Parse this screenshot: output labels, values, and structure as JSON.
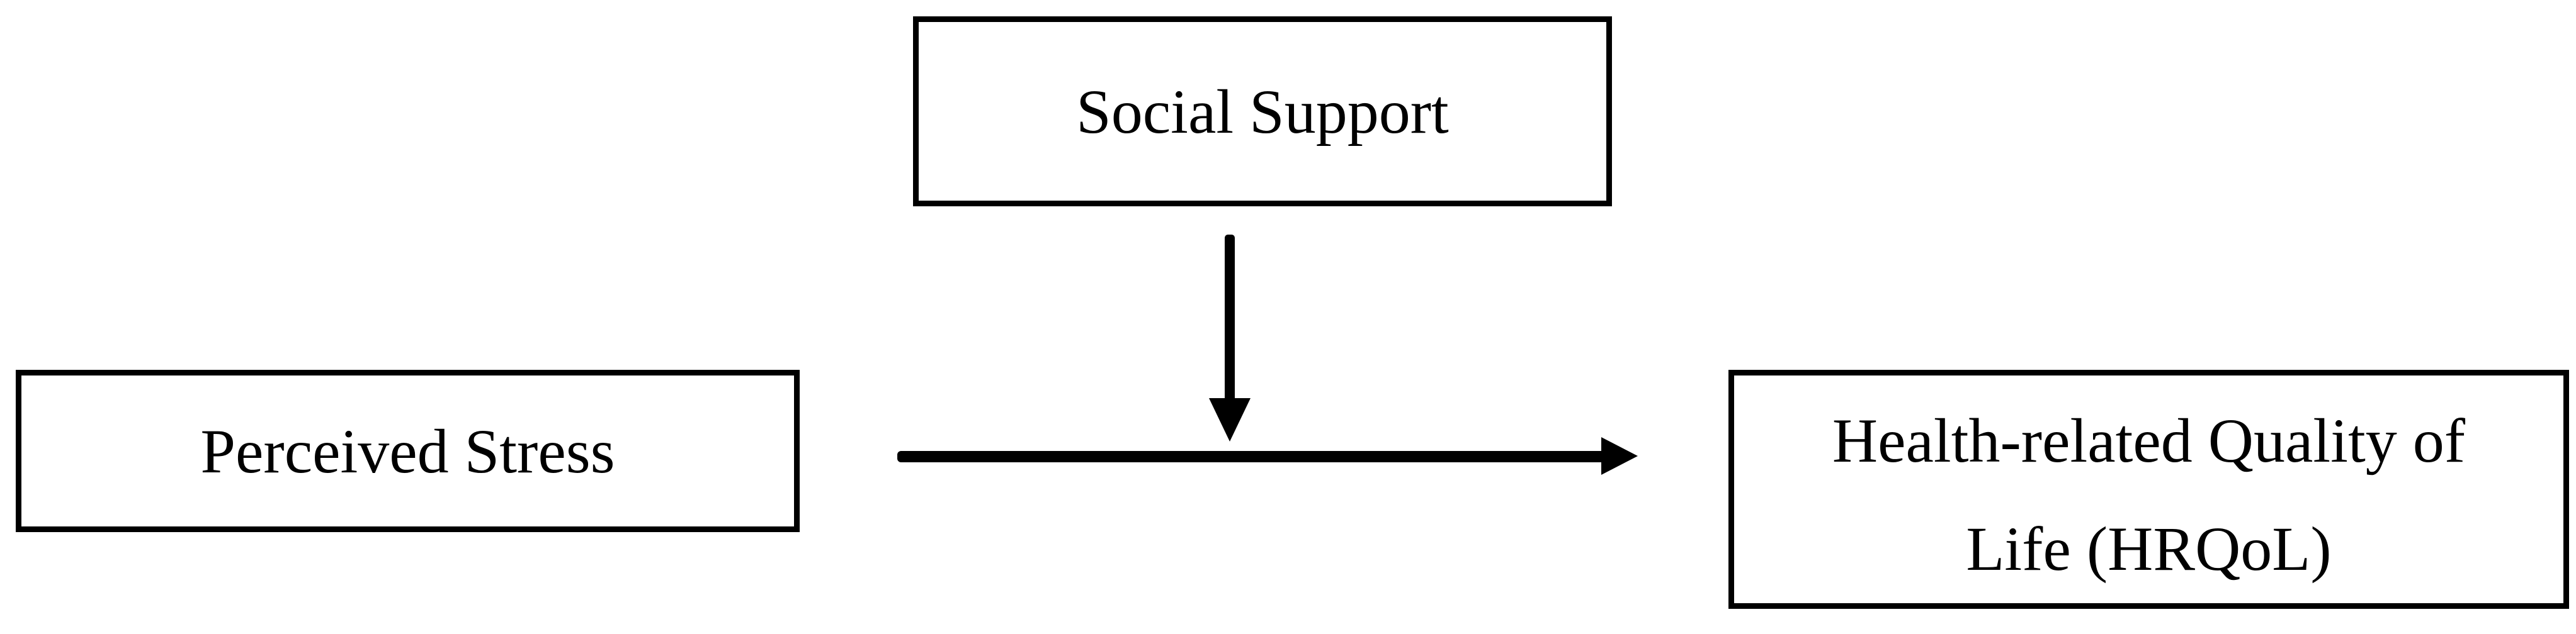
{
  "figure": {
    "colors": {
      "background": "#ffffff",
      "stroke": "#000000",
      "text": "#000000"
    },
    "nodes": {
      "moderator": {
        "label": "Social Support"
      },
      "predictor": {
        "label": "Perceived Stress"
      },
      "outcome": {
        "label": "Health-related Quality of Life (HRQoL)",
        "label_lines": [
          "Health-related Quality of",
          "Life (HRQoL)"
        ]
      }
    },
    "edges": [
      {
        "name": "direct-effect-arrow",
        "from": "Perceived Stress",
        "to": "Health-related Quality of Life (HRQoL)",
        "direction": "right",
        "style": "solid"
      },
      {
        "name": "moderation-arrow",
        "from": "Social Support",
        "to": "direct-effect-arrow",
        "direction": "down",
        "style": "solid"
      }
    ]
  }
}
